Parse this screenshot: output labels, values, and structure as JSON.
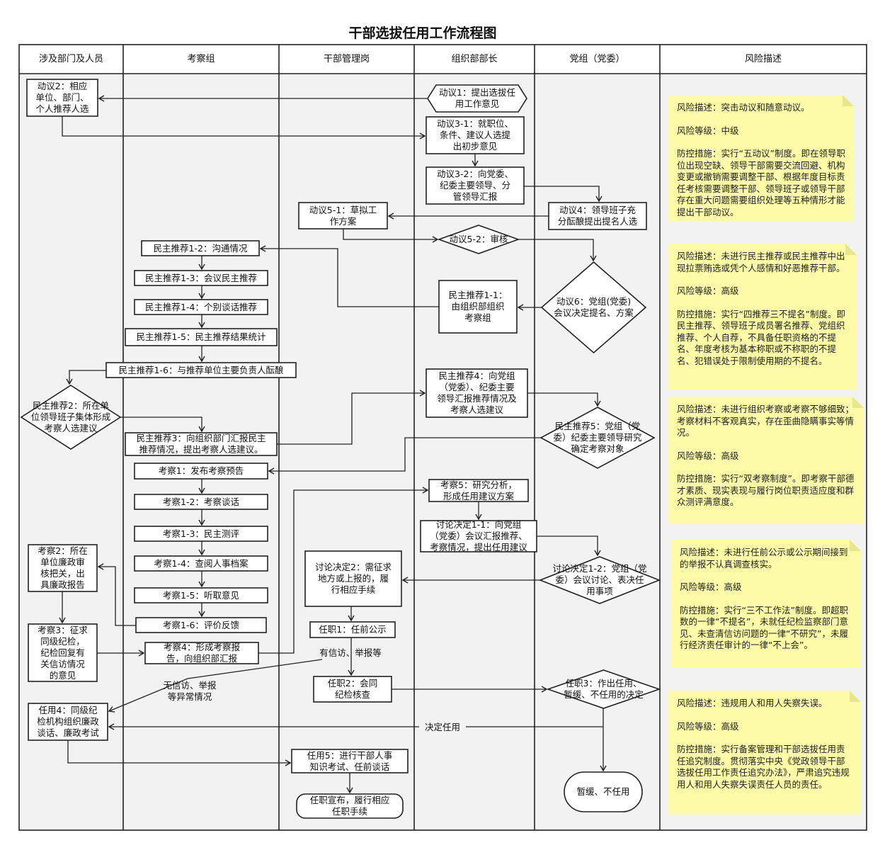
{
  "title": "干部选拔任用工作流程图",
  "columns": [
    "涉及部门及人员",
    "考察组",
    "干部管理岗",
    "组织部部长",
    "党组（党委）",
    "风险描述"
  ],
  "nodes": {
    "dongyi2": "动议2：相应\n单位、部门、\n个人推荐人选",
    "dongyi1": "动议1：提出选拔任\n用工作意见",
    "dongyi3_1": "动议3-1：就职位、\n条件、建议人选提\n出初步意见",
    "dongyi3_2": "动议3-2：向党委、\n纪委主要领导、分\n管领导汇报",
    "dongyi4": "动议4：领导班子充\n分酝酿提出提名人选",
    "dongyi5_1": "动议5-1：草拟工\n作方案",
    "dongyi5_2": "动议5-2：审核",
    "dongyi6": "动议6：党组(党委)\n会议决定提名、方案",
    "mz1_1": "民主推荐1-1：\n由组织部组织\n考察组",
    "mz1_2": "民主推荐1-2：沟通情况",
    "mz1_3": "民主推荐1-3：会议民主推荐",
    "mz1_4": "民主推荐1-4：个别谈话推荐",
    "mz1_5": "民主推荐1-5：民主推荐结果统计",
    "mz1_6": "民主推荐1-6：与推荐单位主要负责人酝酿",
    "mz2": "民主推荐2：所在单\n位领导班子集体形成\n考察人选建议",
    "mz3": "民主推荐3：向组织部门汇报民主\n推荐情况，提出考察人选建议。",
    "mz4": "民主推荐4：向党组\n（党委）、纪委主要\n领导汇报推荐情况及\n考察人选建议",
    "mz5": "民主推荐5：党组（党\n委）纪委主要领导研究\n确定考察对象",
    "kc1": "考察1：发布考察预告",
    "kc1_2": "考察1-2：考察谈话",
    "kc1_3": "考察1-3：民主测评",
    "kc1_4": "考察1-4：查阅人事档案",
    "kc1_5": "考察1-5：听取意见",
    "kc1_6": "考察1-6：评价反馈",
    "kc2": "考察2：所在\n单位廉政审\n核把关，出\n具廉政报告",
    "kc3": "考察3：征求\n同级纪检，\n纪检回复有\n关信访情况\n的意见",
    "kc4": "考察4：形成考察报\n告，向组织部汇报",
    "kc5": "考察5：研究分析，\n形成任用建议方案",
    "tl1_1": "讨论决定1-1：向党组\n（党委）会议汇报推荐、\n考察情况，提出任用建议",
    "tl1_2": "讨论决定1-2：党组（党\n委）会议讨论、表决任\n用事项",
    "tl2": "讨论决定2：需征求\n地方或上报的，履\n行相应手续",
    "rz1": "任职1：任前公示",
    "rz2": "任职2：会同\n纪检核查",
    "rz3": "任职3：作出任用、\n暂缓、不任用的决定",
    "rz4": "任用4：同级纪\n检机构组织廉政\n谈话、廉政考试",
    "rz5": "任用5：进行干部人事\n知识考试、任前谈话",
    "rz_end": "任职宣布，履行相应\n任职手续",
    "pause": "暂缓、不任用"
  },
  "labels": {
    "has_report": "有信访、举报等",
    "no_report": "无信访、举报\n等异常情况",
    "decide_appoint": "决定任用"
  },
  "risks": [
    {
      "desc": "风险描述：突击动议和随意动议。",
      "level": "风险等级：中级",
      "measure": "防控措施：实行“五动议”制度。即在领导职位出现空缺、领导干部需要交流回避、机构变更或撤销需要调整干部、根据年度目标责任考核需要调整干部、领导班子或领导干部存在重大问题需要组织处理等五种情形才能提出干部动议。"
    },
    {
      "desc": "风险描述：未进行民主推荐或民主推荐中出现拉票贿选或凭个人感情和好恶推荐干部。",
      "level": "风险等级：高级",
      "measure": "防控措施：实行“四推荐三不提名”制度。即民主推荐、领导班子成员署名推荐、党组织推荐、个人自荐，不具备任职资格的不提名、年度考核为基本称职或不称职的不提名、犯错误处于限制使用期的不提名。"
    },
    {
      "desc": "风险描述：未进行组织考察或考察不够细致；考察材料不客观真实，存在歪曲隐瞒事实等情况。",
      "level": "风险等级：高级",
      "measure": "防控措施：实行“双考察制度”。即考察干部德才素质、现实表现与履行岗位职责适应度和群众测评满意度。"
    },
    {
      "desc": "风险描述：未进行任前公示或公示期间接到的举报不认真调查核实。",
      "level": "风险等级：高级",
      "measure": "防控措施：实行“三不工作法”制度。即超职数的一律“不提名”，未就任纪检监察部门意见、未查清信访问题的一律“不研究”，未履行经济责任审计的一律“不上会”。"
    },
    {
      "desc": "风险描述：违规用人和用人失察失误。",
      "level": "风险等级：高级",
      "measure": "防控措施：实行备案管理和干部选拔任用责任追究制度。贯彻落实中央《党政领导干部选拔任用工作责任追究办法》，严肃追究违规用人和用人失察失误责任人员的责任。"
    }
  ],
  "colors": {
    "note_fill": "#fdfaa8",
    "note_fold": "#e9e690",
    "lane_fill": "#f2f2f2",
    "line": "#222222"
  }
}
